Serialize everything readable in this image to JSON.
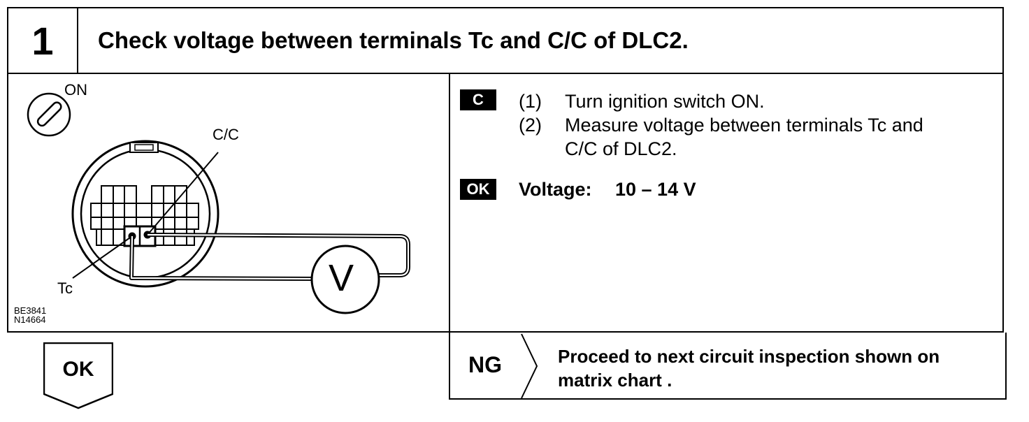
{
  "header": {
    "step_number": "1",
    "title": "Check voltage between terminals Tc and C/C of DLC2."
  },
  "figure": {
    "switch_label": "ON",
    "terminal_cc_label": "C/C",
    "terminal_tc_label": "Tc",
    "meter_symbol": "V",
    "figure_codes": [
      "BE3841",
      "N14664"
    ]
  },
  "instructions": {
    "check_badge": "C",
    "steps": [
      {
        "num": "(1)",
        "lines": [
          "Turn ignition switch ON."
        ]
      },
      {
        "num": "(2)",
        "lines": [
          "Measure voltage between terminals Tc and",
          "C/C of DLC2."
        ]
      }
    ],
    "ok_badge": "OK",
    "spec_label": "Voltage:",
    "spec_value": "10 – 14 V"
  },
  "results": {
    "ok_label": "OK",
    "ng_label": "NG",
    "ng_lines": [
      "Proceed to next circuit inspection shown on",
      "matrix chart ."
    ]
  }
}
